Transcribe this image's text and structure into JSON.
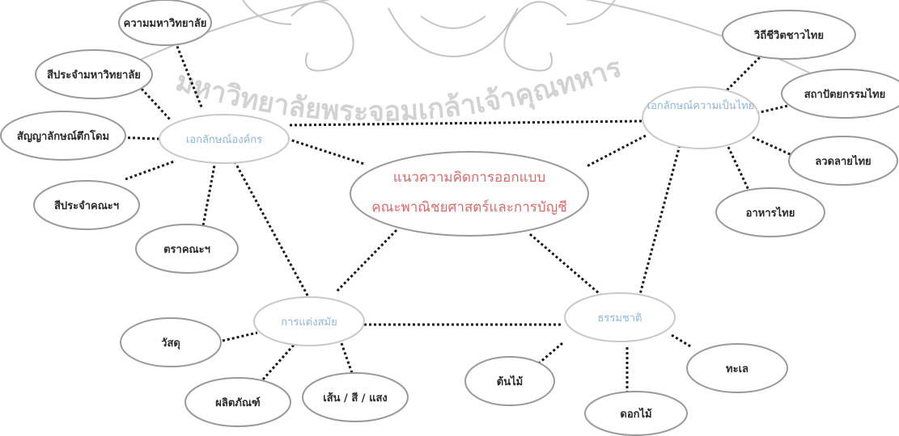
{
  "center": {
    "line1": "แนวความคิดการออกแบบ",
    "line2": "คณะพาณิชยศาสตร์และการบัญชี"
  },
  "categories": {
    "university": "เอกลักษณ์องค์กร",
    "thai": "เอกลักษณ์ความเป็นไทย",
    "era": "การแต่งสมัย",
    "nature": "ธรรมชาติ"
  },
  "items": {
    "university_name": "ความมหาวิทยาลัย",
    "university_color": "สีประจำมหาวิทยาลัย",
    "dome_symbol": "สัญญาลักษณ์ตึกโดม",
    "faculty_color": "สีประจำคณะฯ",
    "faculty_logo": "ตราคณะฯ",
    "thai_life": "วิถีชีวิตชาวไทย",
    "thai_architecture": "สถาปัตยกรรมไทย",
    "thai_pattern": "ลวดลายไทย",
    "thai_food": "อาหารไทย",
    "material": "วัสดุ",
    "product": "ผลิตภัณฑ์",
    "line_color_light": "เส้น / สี / แสง",
    "tree": "ต้นไม้",
    "flower": "ดอกไม้",
    "sea": "ทะเล"
  },
  "watermark": {
    "arc_text": "มหาวิทยาลัยพระจอมเกล้าเจ้าคุณทหาร"
  },
  "colors": {
    "center_text": "#d96a6a",
    "category_text": "#8fb5db",
    "connector": "#1a1a1a",
    "watermark": "#c4c4c4"
  }
}
